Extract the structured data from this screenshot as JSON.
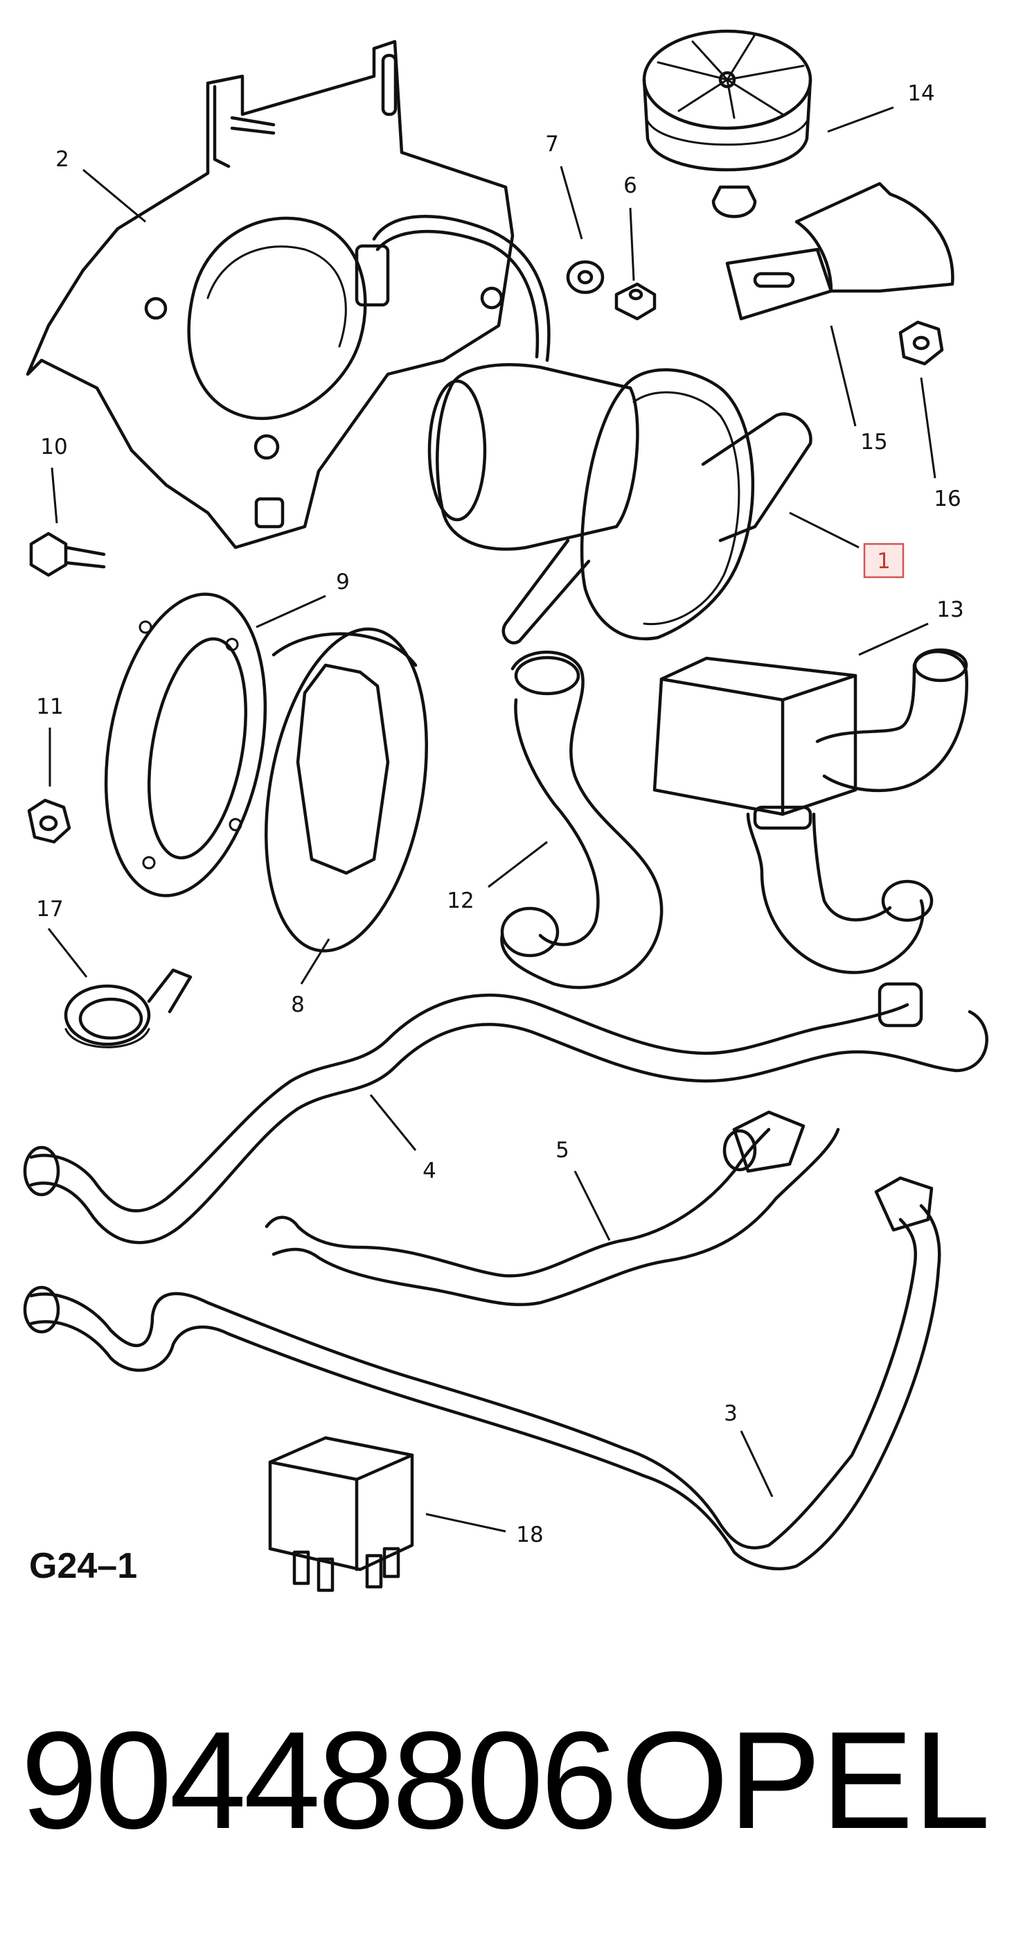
{
  "callouts": [
    "1",
    "2",
    "3",
    "4",
    "5",
    "6",
    "7",
    "8",
    "9",
    "10",
    "11",
    "12",
    "13",
    "14",
    "15",
    "16",
    "17",
    "18"
  ],
  "highlighted_callout": "1",
  "figure_code": "G24–1",
  "footer": {
    "part_number": "90448806",
    "brand": "OPEL"
  },
  "colors": {
    "ink": "#111111",
    "highlight": "#c0392b",
    "background": "#ffffff"
  }
}
